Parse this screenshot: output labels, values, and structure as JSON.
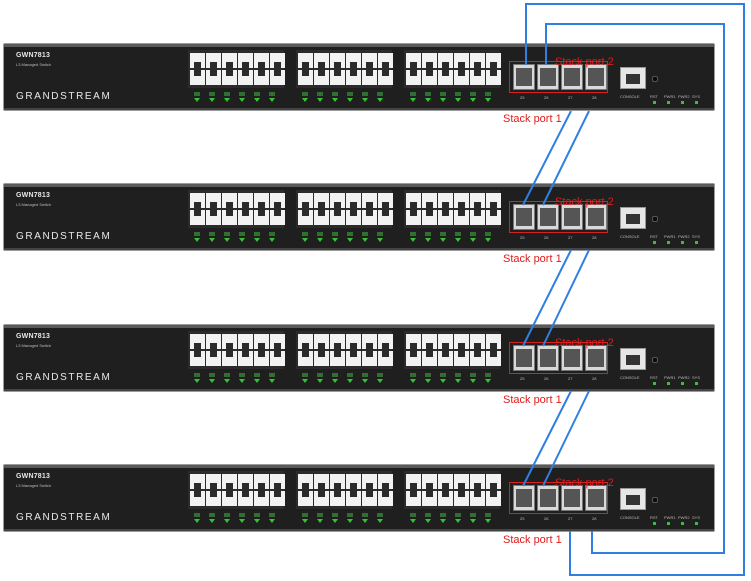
{
  "switches": [
    {
      "model": "GWN7813",
      "subtitle": "L3 Managed Switch",
      "brand": "GRANDSTREAM",
      "console_label": "CONSOLE",
      "stack_port_2_label": "Stack port 2",
      "stack_port_1_label": "Stack port 1"
    },
    {
      "model": "GWN7813",
      "subtitle": "L3 Managed Switch",
      "brand": "GRANDSTREAM",
      "console_label": "CONSOLE",
      "stack_port_2_label": "Stack port 2",
      "stack_port_1_label": "Stack port 1"
    },
    {
      "model": "GWN7813",
      "subtitle": "L3 Managed Switch",
      "brand": "GRANDSTREAM",
      "console_label": "CONSOLE",
      "stack_port_2_label": "Stack port 2",
      "stack_port_1_label": "Stack port 1"
    },
    {
      "model": "GWN7813",
      "subtitle": "L3 Managed Switch",
      "brand": "GRANDSTREAM",
      "console_label": "CONSOLE",
      "stack_port_2_label": "Stack port 2",
      "stack_port_1_label": "Stack port 1"
    }
  ],
  "sfp_port_labels": [
    "25",
    "26",
    "27",
    "28"
  ],
  "status_labels": [
    "RST",
    "PWR1",
    "PWR2",
    "SYS"
  ],
  "colors": {
    "cable": "#2f7fe0",
    "highlight": "#e01b1b",
    "chassis": "#1f1f1f"
  }
}
